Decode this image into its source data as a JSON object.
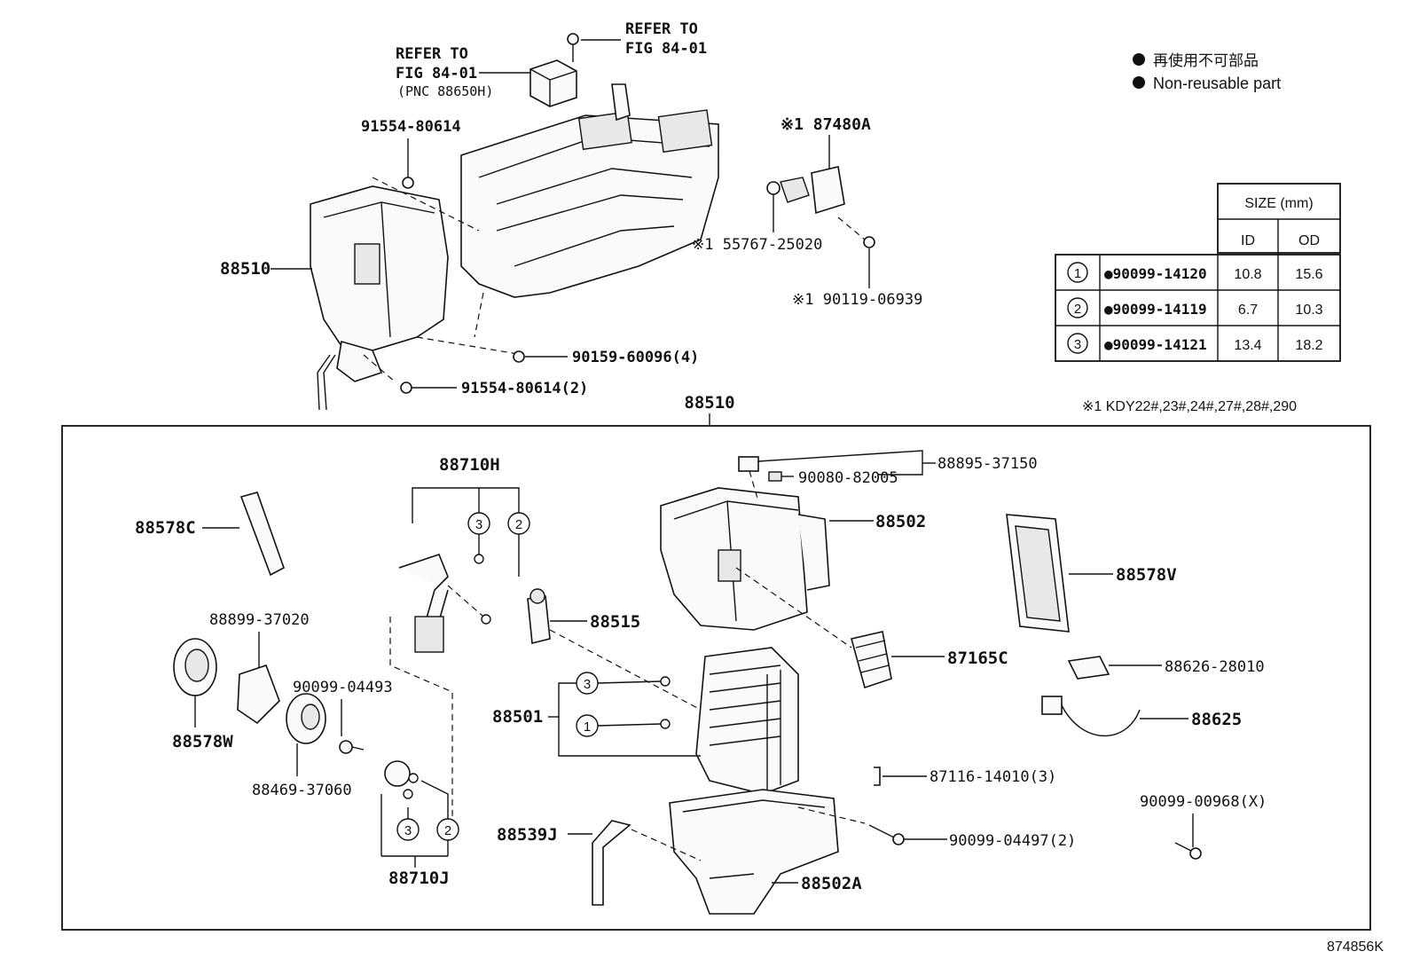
{
  "legend": {
    "bullet": "●",
    "line_jp": "再使用不可部品",
    "line_en": "Non-reusable part"
  },
  "refs": {
    "refer_to": "REFER TO",
    "fig": "FIG 84-01",
    "pnc": "(PNC 88650H)"
  },
  "footnote": "※1 KDY22#,23#,24#,27#,28#,290",
  "figure_id": "874856K",
  "size_table": {
    "header": "SIZE (mm)",
    "col_id": "ID",
    "col_od": "OD",
    "rows": [
      {
        "ref": "1",
        "part": "●90099-14120",
        "id": "10.8",
        "od": "15.6"
      },
      {
        "ref": "2",
        "part": "●90099-14119",
        "id": "6.7",
        "od": "10.3"
      },
      {
        "ref": "3",
        "part": "●90099-14121",
        "id": "13.4",
        "od": "18.2"
      }
    ]
  },
  "labels": {
    "l88510_top": "88510",
    "l88510_main": "88510",
    "l91554a": "91554-80614",
    "l90159": "90159-60096(4)",
    "l91554b": "91554-80614(2)",
    "l87480a": "※1 87480A",
    "l55767": "※1 55767-25020",
    "l90119": "※1 90119-06939",
    "l88710h": "88710H",
    "l88578c": "88578C",
    "l88899": "88899-37020",
    "l88578w": "88578W",
    "l90099_04493": "90099-04493",
    "l88469": "88469-37060",
    "l88710j": "88710J",
    "l88515": "88515",
    "l88501": "88501",
    "l88539j": "88539J",
    "l88502a": "88502A",
    "l88502": "88502",
    "l88895": "88895-37150",
    "l90080": "90080-82005",
    "l87165c": "87165C",
    "l88578v": "88578V",
    "l88626": "88626-28010",
    "l88625": "88625",
    "l87116": "87116-14010(3)",
    "l90099_04497": "90099-04497(2)",
    "l90099_00968": "90099-00968(X)"
  },
  "callouts": {
    "c1": "1",
    "c2": "2",
    "c3": "3"
  }
}
